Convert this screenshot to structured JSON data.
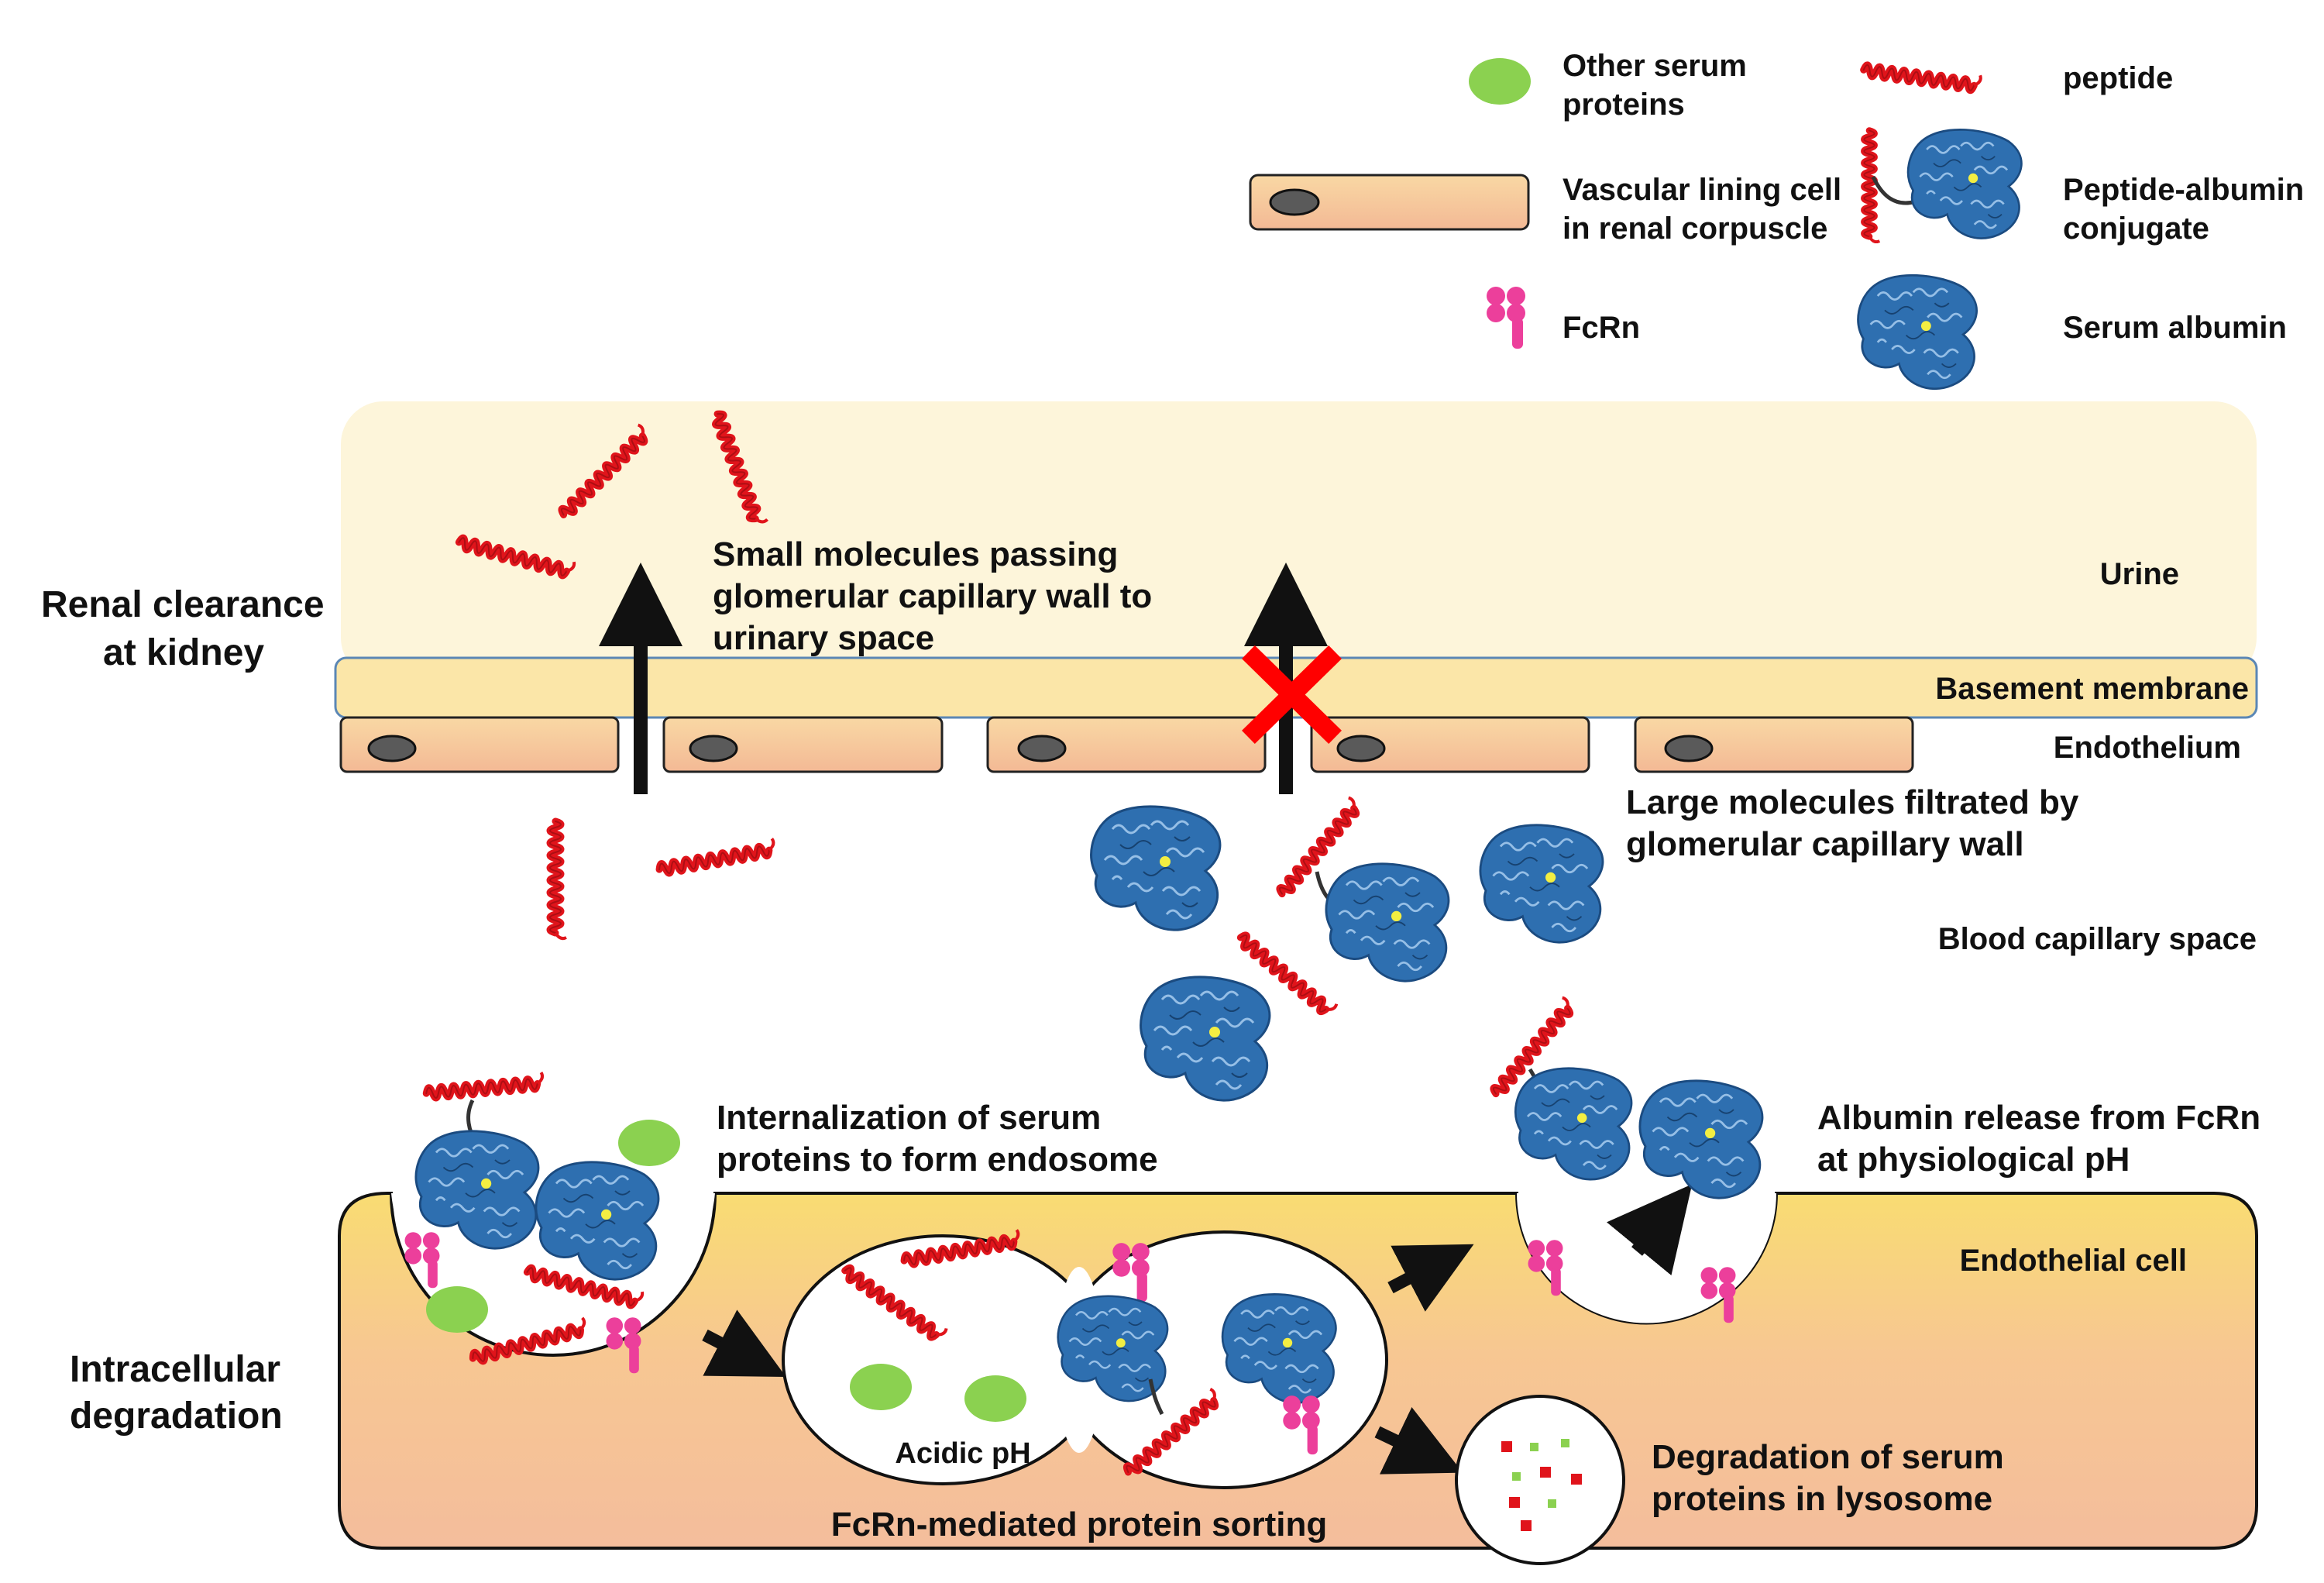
{
  "legend": {
    "other_serum_proteins": [
      "Other serum",
      "proteins"
    ],
    "peptide": "peptide",
    "vascular_lining_cell": [
      "Vascular lining cell",
      "in renal corpuscle"
    ],
    "peptide_albumin_conjugate": [
      "Peptide-albumin",
      "conjugate"
    ],
    "fcrn": "FcRn",
    "serum_albumin": "Serum albumin"
  },
  "renal": {
    "side_label": [
      "Renal clearance",
      "at kidney"
    ],
    "small_molecules": [
      "Small molecules passing",
      "glomerular capillary wall to",
      "urinary space"
    ],
    "large_molecules": [
      "Large molecules filtrated by",
      "glomerular capillary wall"
    ],
    "urine": "Urine",
    "basement_membrane": "Basement membrane",
    "endothelium": "Endothelium",
    "blood_capillary_space": "Blood capillary space"
  },
  "intracellular": {
    "side_label": [
      "Intracellular",
      "degradation"
    ],
    "internalization": [
      "Internalization of  serum",
      "proteins to form endosome"
    ],
    "albumin_release": [
      "Albumin release from FcRn",
      "at physiological pH"
    ],
    "endothelial_cell": "Endothelial cell",
    "acidic_ph": "Acidic pH",
    "sorting": "FcRn-mediated protein sorting",
    "degradation": [
      "Degradation of serum",
      "proteins in lysosome"
    ]
  },
  "colors": {
    "peptide": "#e0141b",
    "albumin": "#2e6fb0",
    "fcrn": "#ec3f9b",
    "other_protein": "#8bd150",
    "cell_fill": "#f5c39b",
    "nucleus": "#5a5a5a",
    "urine_bg": "#fdf5da",
    "membrane": "#fbe6a8",
    "block_x": "#ff0000"
  }
}
